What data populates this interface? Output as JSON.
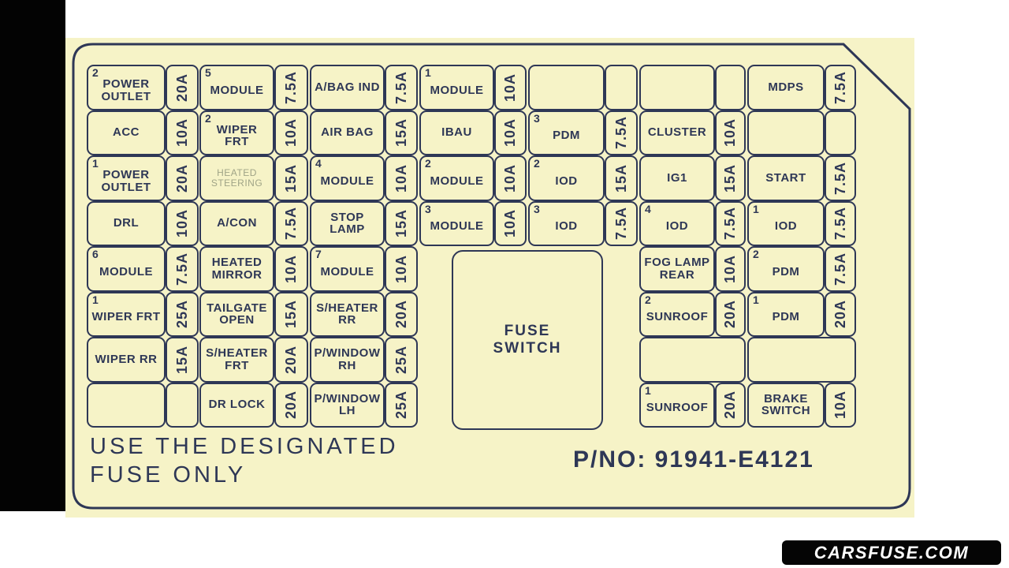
{
  "texts": {
    "note_line1": "USE THE DESIGNATED",
    "note_line2": "FUSE ONLY",
    "part_number": "P/NO: 91941-E4121",
    "fuse_switch": "FUSE\nSWITCH",
    "watermark": "CARSFUSE.COM"
  },
  "colors": {
    "ink": "#2e3756",
    "paper": "#f6f3c7",
    "faded_label": "#a0a487",
    "badge_bg": "#050505",
    "badge_text": "#ffffff"
  },
  "fuses": [
    {
      "row": 1,
      "col": 1,
      "index": "2",
      "label": "POWER OUTLET",
      "amp": "20A"
    },
    {
      "row": 1,
      "col": 2,
      "index": "5",
      "label": "MODULE",
      "amp": "7.5A"
    },
    {
      "row": 1,
      "col": 3,
      "label": "A/BAG IND",
      "amp": "7.5A"
    },
    {
      "row": 1,
      "col": 4,
      "index": "1",
      "label": "MODULE",
      "amp": "10A"
    },
    {
      "row": 1,
      "col": 5,
      "label": "",
      "amp": ""
    },
    {
      "row": 1,
      "col": 6,
      "label": "",
      "amp": ""
    },
    {
      "row": 1,
      "col": 7,
      "label": "MDPS",
      "amp": "7.5A"
    },
    {
      "row": 2,
      "col": 1,
      "label": "ACC",
      "amp": "10A"
    },
    {
      "row": 2,
      "col": 2,
      "index": "2",
      "label": "WIPER FRT",
      "amp": "10A"
    },
    {
      "row": 2,
      "col": 3,
      "label": "AIR BAG",
      "amp": "15A"
    },
    {
      "row": 2,
      "col": 4,
      "label": "IBAU",
      "amp": "10A"
    },
    {
      "row": 2,
      "col": 5,
      "index": "3",
      "label": "PDM",
      "amp": "7.5A"
    },
    {
      "row": 2,
      "col": 6,
      "label": "CLUSTER",
      "amp": "10A"
    },
    {
      "row": 2,
      "col": 7,
      "label": "",
      "amp": ""
    },
    {
      "row": 3,
      "col": 1,
      "index": "1",
      "label": "POWER OUTLET",
      "amp": "20A"
    },
    {
      "row": 3,
      "col": 2,
      "label": "HEATED STEERING",
      "amp": "15A",
      "faded": true
    },
    {
      "row": 3,
      "col": 3,
      "index": "4",
      "label": "MODULE",
      "amp": "10A"
    },
    {
      "row": 3,
      "col": 4,
      "index": "2",
      "label": "MODULE",
      "amp": "10A"
    },
    {
      "row": 3,
      "col": 5,
      "index": "2",
      "label": "IOD",
      "amp": "15A"
    },
    {
      "row": 3,
      "col": 6,
      "label": "IG1",
      "amp": "15A"
    },
    {
      "row": 3,
      "col": 7,
      "label": "START",
      "amp": "7.5A"
    },
    {
      "row": 4,
      "col": 1,
      "label": "DRL",
      "amp": "10A"
    },
    {
      "row": 4,
      "col": 2,
      "label": "A/CON",
      "amp": "7.5A"
    },
    {
      "row": 4,
      "col": 3,
      "label": "STOP LAMP",
      "amp": "15A"
    },
    {
      "row": 4,
      "col": 4,
      "index": "3",
      "label": "MODULE",
      "amp": "10A"
    },
    {
      "row": 4,
      "col": 5,
      "index": "3",
      "label": "IOD",
      "amp": "7.5A"
    },
    {
      "row": 4,
      "col": 6,
      "index": "4",
      "label": "IOD",
      "amp": "7.5A"
    },
    {
      "row": 4,
      "col": 7,
      "index": "1",
      "label": "IOD",
      "amp": "7.5A"
    },
    {
      "row": 5,
      "col": 1,
      "index": "6",
      "label": "MODULE",
      "amp": "7.5A"
    },
    {
      "row": 5,
      "col": 2,
      "label": "HEATED MIRROR",
      "amp": "10A"
    },
    {
      "row": 5,
      "col": 3,
      "index": "7",
      "label": "MODULE",
      "amp": "10A"
    },
    {
      "row": 5,
      "col": 6,
      "label": "FOG LAMP REAR",
      "amp": "10A"
    },
    {
      "row": 5,
      "col": 7,
      "index": "2",
      "label": "PDM",
      "amp": "7.5A"
    },
    {
      "row": 6,
      "col": 1,
      "index": "1",
      "label": "WIPER FRT",
      "amp": "25A"
    },
    {
      "row": 6,
      "col": 2,
      "label": "TAILGATE OPEN",
      "amp": "15A"
    },
    {
      "row": 6,
      "col": 3,
      "label": "S/HEATER RR",
      "amp": "20A"
    },
    {
      "row": 6,
      "col": 6,
      "index": "2",
      "label": "SUNROOF",
      "amp": "20A"
    },
    {
      "row": 6,
      "col": 7,
      "index": "1",
      "label": "PDM",
      "amp": "20A"
    },
    {
      "row": 7,
      "col": 1,
      "label": "WIPER RR",
      "amp": "15A"
    },
    {
      "row": 7,
      "col": 2,
      "label": "S/HEATER FRT",
      "amp": "20A"
    },
    {
      "row": 7,
      "col": 3,
      "label": "P/WINDOW RH",
      "amp": "25A"
    },
    {
      "row": 7,
      "col": 6,
      "label": "",
      "merged": true
    },
    {
      "row": 7,
      "col": 7,
      "label": "",
      "merged": true
    },
    {
      "row": 8,
      "col": 1,
      "label": "",
      "amp": ""
    },
    {
      "row": 8,
      "col": 2,
      "label": "DR LOCK",
      "amp": "20A"
    },
    {
      "row": 8,
      "col": 3,
      "label": "P/WINDOW LH",
      "amp": "25A"
    },
    {
      "row": 8,
      "col": 6,
      "index": "1",
      "label": "SUNROOF",
      "amp": "20A"
    },
    {
      "row": 8,
      "col": 7,
      "label": "BRAKE SWITCH",
      "amp": "10A"
    }
  ]
}
